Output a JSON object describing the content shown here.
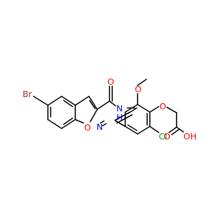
{
  "molecule": {
    "atoms": {
      "br": "Br",
      "o_furan": "O",
      "o_amide": "O",
      "n1": "N",
      "n2": "N",
      "h_nh": "H",
      "o_methoxy": "O",
      "o_ether": "O",
      "cl": "Cl",
      "o_carbonyl": "O",
      "o_hydroxyl": "OH"
    }
  },
  "colors": {
    "bond": "#000000",
    "bromine": "#a52a2a",
    "oxygen": "#ff0000",
    "nitrogen": "#0000ff",
    "chlorine": "#00a000"
  }
}
